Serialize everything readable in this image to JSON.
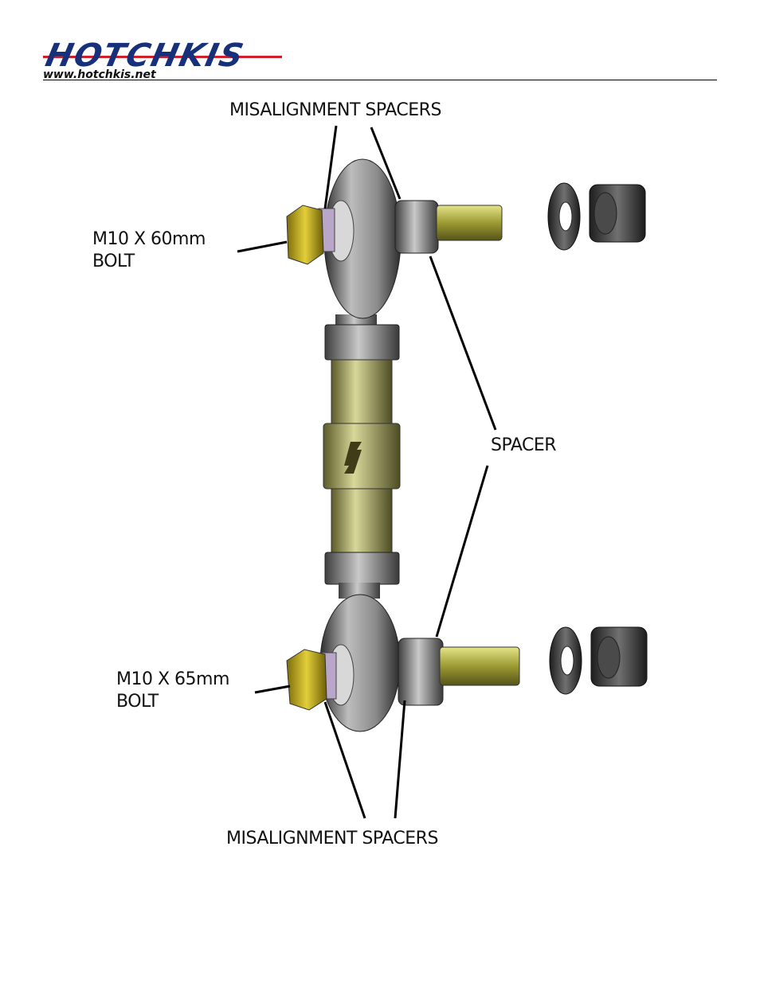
{
  "header": {
    "logo_text": "HOTCHKIS",
    "url": "www.hotchkis.net"
  },
  "callouts": {
    "misalignment_top": "MISALIGNMENT SPACERS",
    "bolt_top_line1": "M10 X 60mm",
    "bolt_top_line2": "BOLT",
    "spacer": "SPACER",
    "bolt_bottom_line1": "M10 X 65mm",
    "bolt_bottom_line2": "BOLT",
    "misalignment_bottom": "MISALIGNMENT SPACERS"
  },
  "colors": {
    "brand_blue": "#16307a",
    "brand_red": "#d0202a",
    "bolt_yellow": "#c8b21c",
    "steel_dark": "#4a4a4a",
    "steel_light": "#b8b8b8",
    "zinc_green": "#a9a85a"
  }
}
